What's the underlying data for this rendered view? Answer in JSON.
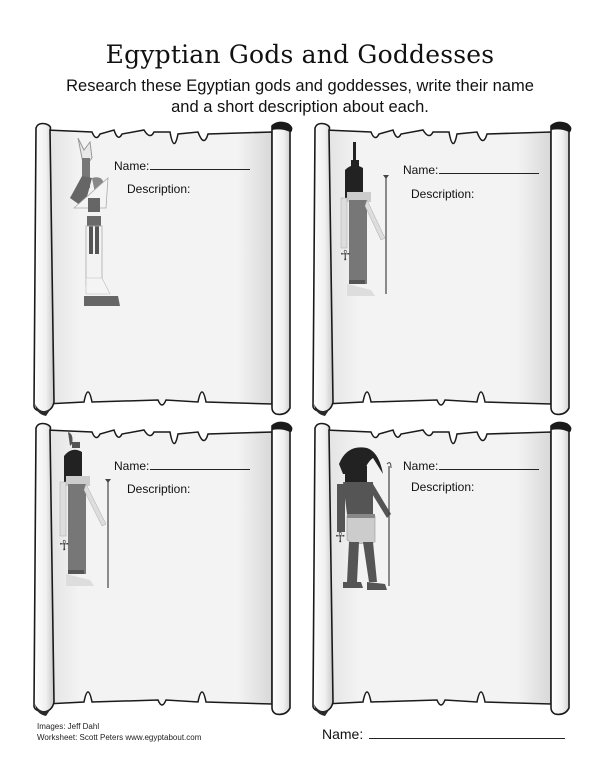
{
  "header": {
    "title": "Egyptian Gods and Goddesses",
    "instructions_line1": "Research these Egyptian gods and goddesses, write their name",
    "instructions_line2": "and a short description about each."
  },
  "cards": [
    {
      "name_label": "Name:",
      "description_label": "Description:",
      "figure": "osiris-figure"
    },
    {
      "name_label": "Name:",
      "description_label": "Description:",
      "figure": "isis-figure"
    },
    {
      "name_label": "Name:",
      "description_label": "Description:",
      "figure": "isis-figure"
    },
    {
      "name_label": "Name:",
      "description_label": "Description:",
      "figure": "thoth-figure"
    }
  ],
  "footer": {
    "credits_line1": "Images: Jeff Dahl",
    "credits_line2": "Worksheet: Scott Peters www.egyptabout.com",
    "student_name_label": "Name:"
  },
  "colors": {
    "paper": "#f1f1f1",
    "outline": "#1a1a1a",
    "figure_dark": "#5a5a5a",
    "figure_mid": "#8a8a8a"
  }
}
